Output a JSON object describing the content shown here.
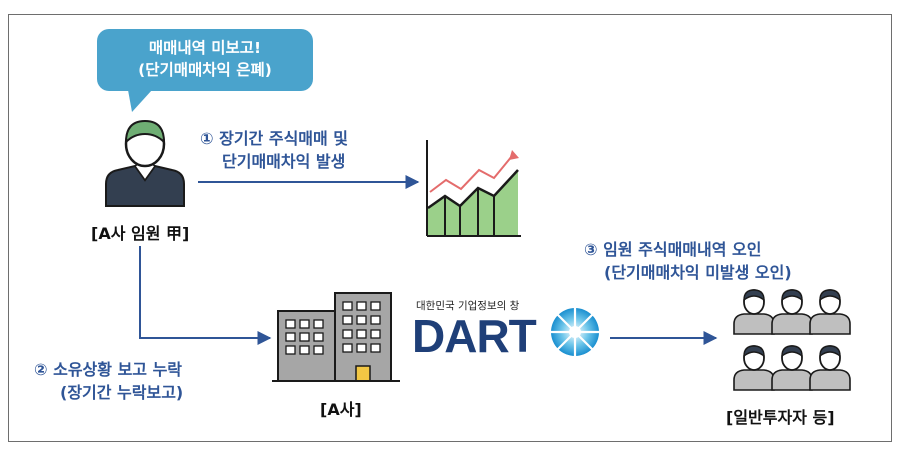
{
  "bubble": {
    "line1": "매매내역 미보고!",
    "line2": "(단기매매차익 은폐)"
  },
  "step1": {
    "line1": "① 장기간 주식매매 및",
    "line2": "단기매매차익 발생"
  },
  "step2": {
    "line1": "② 소유상황 보고 누락",
    "line2": "(장기간 누락보고)"
  },
  "step3": {
    "line1": "③ 임원 주식매매내역 오인",
    "line2": "(단기매매차익 미발생 오인)"
  },
  "executive_label": "[A사 임원 甲]",
  "company_label": "[A사]",
  "investors_label": "[일반투자자 등]",
  "dart": {
    "subtitle": "대한민국 기업정보의 창",
    "logo_text": "DART"
  },
  "colors": {
    "accent_blue": "#2f5597",
    "bubble": "#4aa3cc",
    "person_green": "#6fae74",
    "chart_green": "#9bd08a",
    "chart_red": "#e46c6c",
    "building_gray": "#a6a6a6",
    "dart_navy": "#1f3f78"
  }
}
